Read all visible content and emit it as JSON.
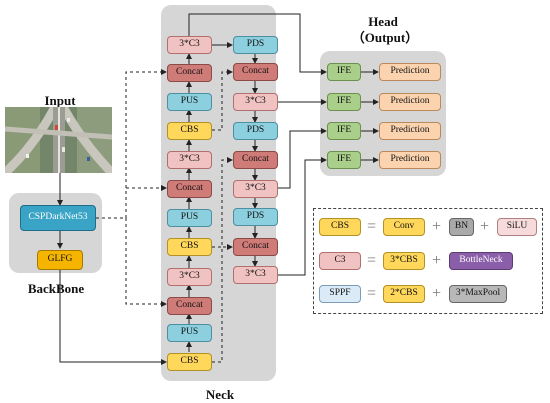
{
  "labels": {
    "input": "Input",
    "head_title": "Head",
    "head_sub": "（Output）",
    "backbone": "BackBone",
    "neck": "Neck"
  },
  "backbone": {
    "csp": "CSPDarkNet53",
    "glfg": "GLFG"
  },
  "neck_left": {
    "c3_top": "3*C3",
    "concat1": "Concat",
    "pus1": "PUS",
    "cbs1": "CBS",
    "c3_mid": "3*C3",
    "concat2": "Concat",
    "pus2": "PUS",
    "cbs2": "CBS",
    "c3_low": "3*C3",
    "concat3": "Concat",
    "pus3": "PUS",
    "cbs3": "CBS"
  },
  "neck_right": {
    "pds1": "PDS",
    "concat1": "Concat",
    "c3_1": "3*C3",
    "pds2": "PDS",
    "concat2": "Concat",
    "c3_2": "3*C3",
    "pds3": "PDS",
    "concat3": "Concat",
    "c3_3": "3*C3"
  },
  "head": {
    "ife": [
      "IFE",
      "IFE",
      "IFE",
      "IFE"
    ],
    "prediction": [
      "Prediction",
      "Prediction",
      "Prediction",
      "Prediction"
    ]
  },
  "legend": {
    "row1": {
      "name": "CBS",
      "a": "Conv",
      "b": "BN",
      "c": "SiLU"
    },
    "row2": {
      "name": "C3",
      "a": "3*CBS",
      "b": "BottleNeck"
    },
    "row3": {
      "name": "SPPF",
      "a": "2*CBS",
      "b": "3*MaxPool"
    },
    "equals": "=",
    "plus": "+"
  },
  "colors": {
    "c3": "#f1c2c2",
    "concat": "#cf7b78",
    "pus_pds": "#8ccfde",
    "cbs": "#ffd75a",
    "ife": "#a9cf8a",
    "prediction": "#fbd3ae",
    "backbone_csp": "#3aa4c7",
    "glfg": "#f4b400",
    "bottleneck": "#8a5ea8",
    "panel": "#d6d6d6"
  }
}
